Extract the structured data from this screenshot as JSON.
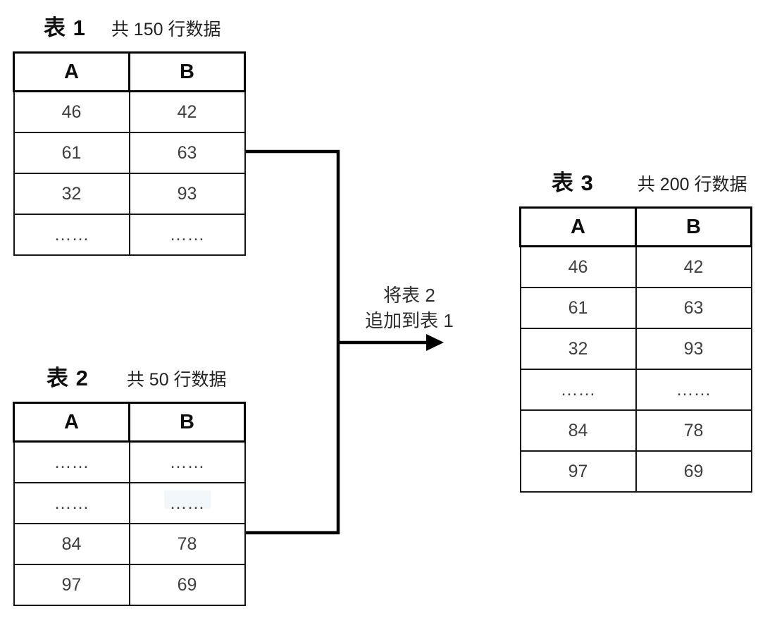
{
  "diagram": {
    "tables": [
      {
        "title": "表 1",
        "subtitle": "共 150 行数据",
        "headers": [
          "A",
          "B"
        ],
        "rows": [
          [
            "46",
            "42"
          ],
          [
            "61",
            "63"
          ],
          [
            "32",
            "93"
          ],
          [
            "……",
            "……"
          ]
        ]
      },
      {
        "title": "表 2",
        "subtitle": "共 50 行数据",
        "headers": [
          "A",
          "B"
        ],
        "rows": [
          [
            "……",
            "……"
          ],
          [
            "……",
            "……"
          ],
          [
            "84",
            "78"
          ],
          [
            "97",
            "69"
          ]
        ]
      },
      {
        "title": "表 3",
        "subtitle": "共 200 行数据",
        "headers": [
          "A",
          "B"
        ],
        "rows": [
          [
            "46",
            "42"
          ],
          [
            "61",
            "63"
          ],
          [
            "32",
            "93"
          ],
          [
            "……",
            "……"
          ],
          [
            "84",
            "78"
          ],
          [
            "97",
            "69"
          ]
        ]
      }
    ],
    "arrow": {
      "label_line1": "将表 2",
      "label_line2": "追加到表 1"
    },
    "colors": {
      "line": "#000000",
      "header_text": "#0e0e0e",
      "cell_text": "#3f3f3f",
      "background": "#ffffff"
    }
  }
}
